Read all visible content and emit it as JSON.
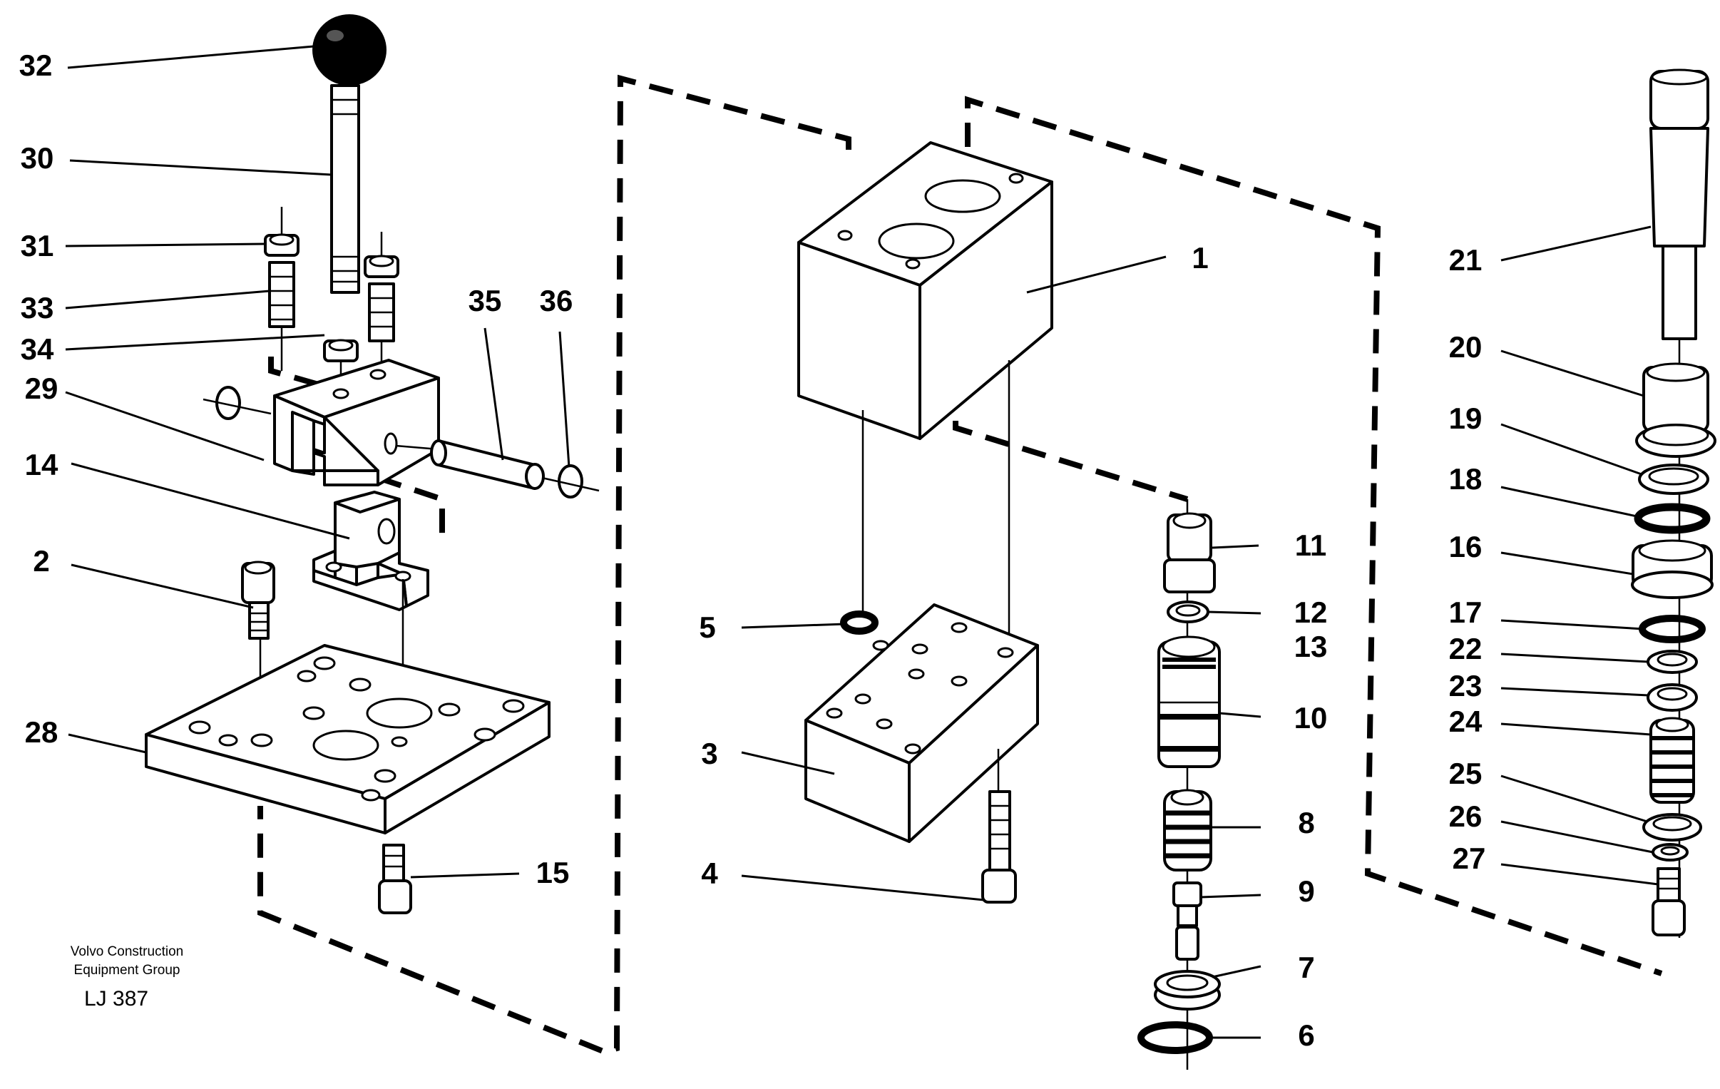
{
  "labels": {
    "l1": "1",
    "l2": "2",
    "l3": "3",
    "l4": "4",
    "l5": "5",
    "l6": "6",
    "l7": "7",
    "l8": "8",
    "l9": "9",
    "l10": "10",
    "l11": "11",
    "l12": "12",
    "l13": "13",
    "l14": "14",
    "l15": "15",
    "l16": "16",
    "l17": "17",
    "l18": "18",
    "l19": "19",
    "l20": "20",
    "l21": "21",
    "l22": "22",
    "l23": "23",
    "l24": "24",
    "l25": "25",
    "l26": "26",
    "l27": "27",
    "l28": "28",
    "l29": "29",
    "l30": "30",
    "l31": "31",
    "l32": "32",
    "l33": "33",
    "l34": "34",
    "l35": "35",
    "l36": "36"
  },
  "footer": {
    "company_line1": "Volvo Construction",
    "company_line2": "Equipment Group",
    "drawing_code": "LJ 387"
  }
}
